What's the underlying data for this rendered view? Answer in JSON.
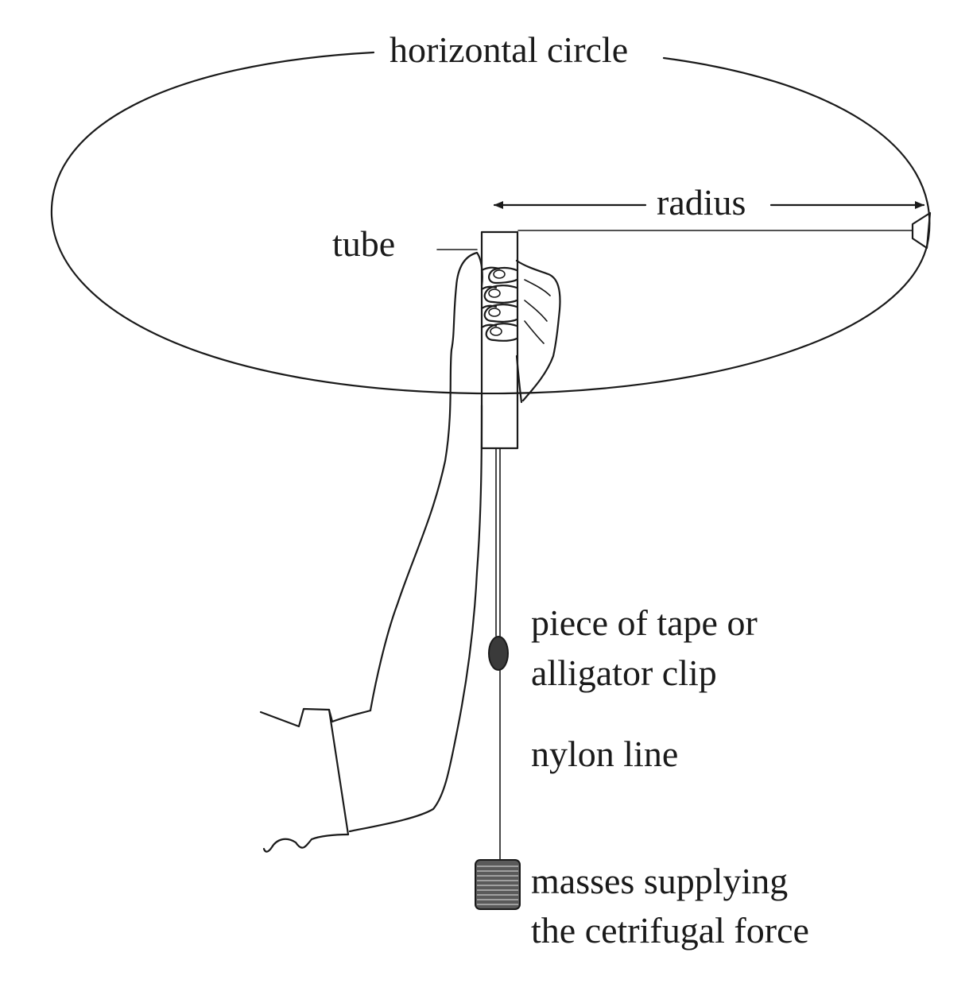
{
  "diagram": {
    "labels": {
      "horizontal_circle": "horizontal circle",
      "radius": "radius",
      "tube": "tube",
      "tape_line1": "piece of tape or",
      "tape_line2": "alligator clip",
      "nylon_line": "nylon line",
      "masses_line1": "masses supplying",
      "masses_line2": "the cetrifugal force"
    },
    "colors": {
      "ink": "#1a1a1a",
      "clip_fill": "#3a3a3a",
      "mass_fill": "#5a5a5a"
    }
  }
}
